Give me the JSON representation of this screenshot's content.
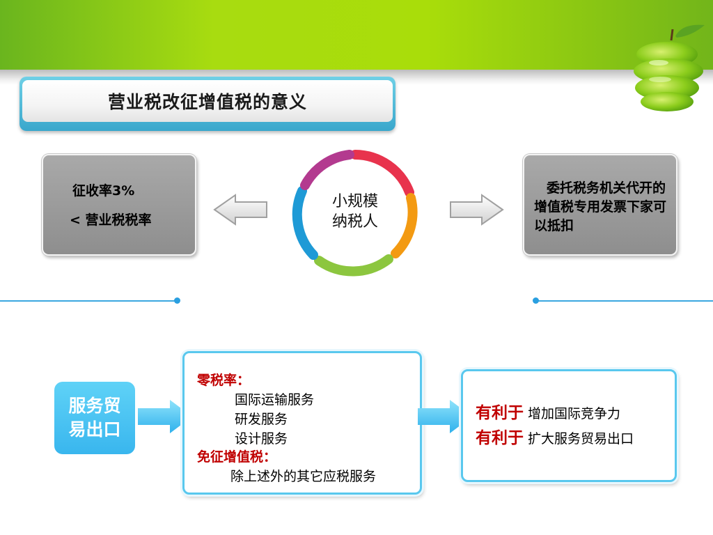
{
  "slide": {
    "title": "营业税改征增值税的意义"
  },
  "center": {
    "label_line1": "小规模",
    "label_line2": "纳税人"
  },
  "left_box": {
    "line1": "征收率3%",
    "line2": "< 营业税税率"
  },
  "right_box": {
    "text": "委托税务机关代开的增值税专用发票下家可以抵扣"
  },
  "export": {
    "badge_line1": "服务贸",
    "badge_line2": "易出口"
  },
  "services": {
    "zero_rate_title": "零税率：",
    "zero_rate_items": [
      "国际运输服务",
      "研发服务",
      "设计服务"
    ],
    "exempt_title": "免征增值税：",
    "exempt_item": "除上述外的其它应税服务"
  },
  "benefits": [
    {
      "label": "有利于",
      "text": "增加国际竞争力"
    },
    {
      "label": "有利于",
      "text": "扩大服务贸易出口"
    }
  ],
  "colors": {
    "banner": "#a8dc10",
    "accent_blue": "#39b6ee",
    "highlight_red": "#c00000"
  }
}
